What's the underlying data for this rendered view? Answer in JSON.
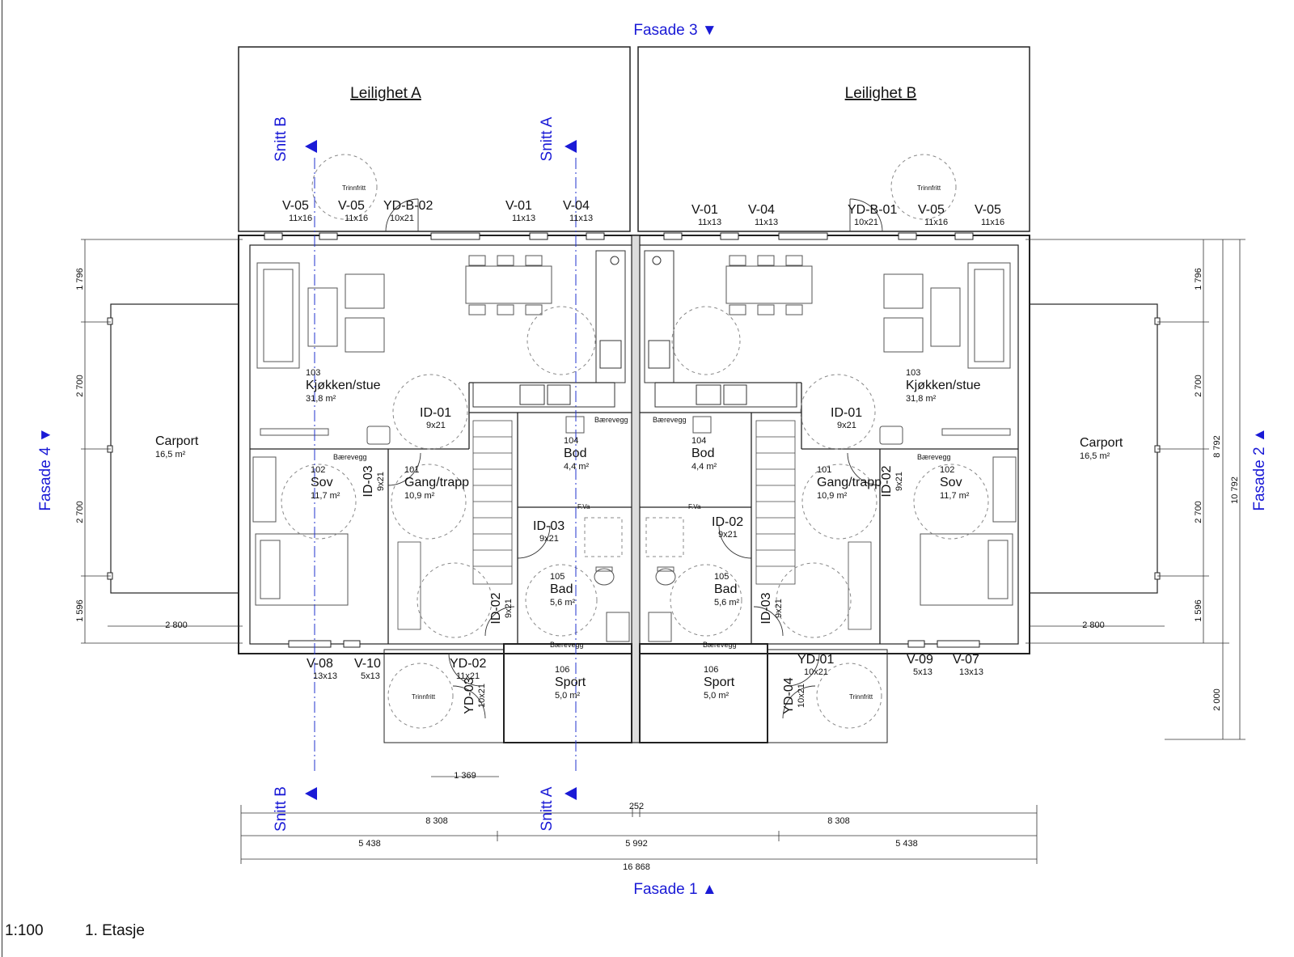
{
  "drawing": {
    "scale": "1:100",
    "level": "1. Etasje"
  },
  "facades": [
    {
      "id": "f3",
      "label": "Fasade 3",
      "arrow": "▼"
    },
    {
      "id": "f1",
      "label": "Fasade 1",
      "arrow": "▲"
    },
    {
      "id": "f4",
      "label": "Fasade 4",
      "arrow": "▼"
    },
    {
      "id": "f2",
      "label": "Fasade 2",
      "arrow": "▲"
    }
  ],
  "sections": {
    "a": "Snitt A",
    "b": "Snitt B"
  },
  "apartments": {
    "a": "Leilighet A",
    "b": "Leilighet B"
  },
  "rooms": [
    {
      "id": "r103a",
      "num": "103",
      "name": "Kjøkken/stue",
      "area": "31,8 m²"
    },
    {
      "id": "r103b",
      "num": "103",
      "name": "Kjøkken/stue",
      "area": "31,8 m²"
    },
    {
      "id": "r102a",
      "num": "102",
      "name": "Sov",
      "area": "11,7 m²"
    },
    {
      "id": "r102b",
      "num": "102",
      "name": "Sov",
      "area": "11,7 m²"
    },
    {
      "id": "r101a",
      "num": "101",
      "name": "Gang/trapp",
      "area": "10,9 m²"
    },
    {
      "id": "r101b",
      "num": "101",
      "name": "Gang/trapp",
      "area": "10,9 m²"
    },
    {
      "id": "r104a",
      "num": "104",
      "name": "Bod",
      "area": "4,4 m²"
    },
    {
      "id": "r104b",
      "num": "104",
      "name": "Bod",
      "area": "4,4 m²"
    },
    {
      "id": "r105a",
      "num": "105",
      "name": "Bad",
      "area": "5,6 m²"
    },
    {
      "id": "r105b",
      "num": "105",
      "name": "Bad",
      "area": "5,6 m²"
    },
    {
      "id": "r106a",
      "num": "106",
      "name": "Sport",
      "area": "5,0 m²"
    },
    {
      "id": "r106b",
      "num": "106",
      "name": "Sport",
      "area": "5,0 m²"
    },
    {
      "id": "carA",
      "num": "",
      "name": "Carport",
      "area": "16,5 m²"
    },
    {
      "id": "carB",
      "num": "",
      "name": "Carport",
      "area": "16,5 m²"
    }
  ],
  "openings": [
    {
      "id": "o1",
      "code": "V-05",
      "size": "11x16"
    },
    {
      "id": "o2",
      "code": "V-05",
      "size": "11x16"
    },
    {
      "id": "o3",
      "code": "YD-B-02",
      "size": "10x21"
    },
    {
      "id": "o4",
      "code": "V-01",
      "size": "11x13"
    },
    {
      "id": "o5",
      "code": "V-04",
      "size": "11x13"
    },
    {
      "id": "o6",
      "code": "V-01",
      "size": "11x13"
    },
    {
      "id": "o7",
      "code": "V-04",
      "size": "11x13"
    },
    {
      "id": "o8",
      "code": "YD-B-01",
      "size": "10x21"
    },
    {
      "id": "o9",
      "code": "V-05",
      "size": "11x16"
    },
    {
      "id": "o10",
      "code": "V-05",
      "size": "11x16"
    },
    {
      "id": "o11",
      "code": "ID-01",
      "size": "9x21"
    },
    {
      "id": "o12",
      "code": "ID-01",
      "size": "9x21"
    },
    {
      "id": "o13",
      "code": "V-08",
      "size": "13x13"
    },
    {
      "id": "o14",
      "code": "V-10",
      "size": "5x13"
    },
    {
      "id": "o15",
      "code": "YD-02",
      "size": "11x21"
    },
    {
      "id": "o16",
      "code": "YD-01",
      "size": "10x21"
    },
    {
      "id": "o17",
      "code": "V-09",
      "size": "5x13"
    },
    {
      "id": "o18",
      "code": "V-07",
      "size": "13x13"
    },
    {
      "id": "o19",
      "code": "ID-03",
      "size": "9x21"
    },
    {
      "id": "o20",
      "code": "ID-02",
      "size": "9x21"
    }
  ],
  "vertical_openings": [
    {
      "id": "vo1",
      "code": "ID-03",
      "size": "9x21"
    },
    {
      "id": "vo2",
      "code": "ID-02",
      "size": "9x21"
    },
    {
      "id": "vo3",
      "code": "ID-02",
      "size": "9x21"
    },
    {
      "id": "vo4",
      "code": "ID-03",
      "size": "9x21"
    },
    {
      "id": "vo5",
      "code": "YD-03",
      "size": "10x21"
    },
    {
      "id": "vo6",
      "code": "YD-04",
      "size": "10x21"
    }
  ],
  "notes": {
    "baerevegg": "Bærevegg",
    "trinnfritt": "Trinnfritt",
    "fva": "F.Va"
  },
  "dimensions": {
    "left_1": "1 796",
    "left_2": "2 700",
    "left_3": "2 700",
    "left_4": "1 596",
    "right_1": "1 796",
    "right_2": "2 700",
    "right_3": "2 700",
    "right_4": "1 596",
    "right_5": "2 000",
    "right_total_a": "8 792",
    "right_total_b": "10 792",
    "carport_w_left": "2 800",
    "carport_w_right": "2 800",
    "entry_w": "1 369",
    "mid_wall": "252",
    "half_left": "8 308",
    "half_right": "8 308",
    "seg_left": "5 438",
    "seg_mid": "5 992",
    "seg_right": "5 438",
    "total": "16 868"
  }
}
